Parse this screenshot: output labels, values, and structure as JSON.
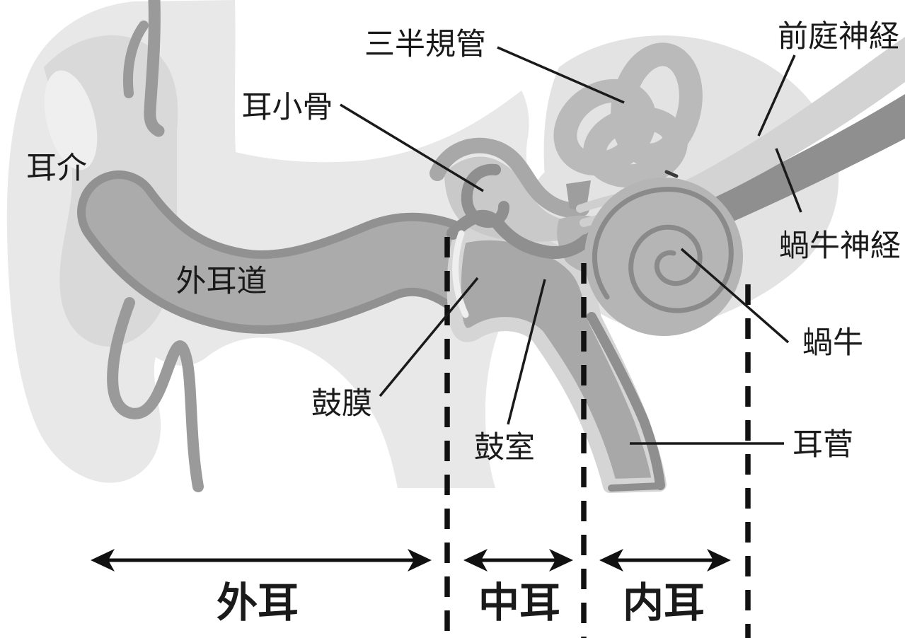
{
  "diagram": {
    "type": "ear-anatomy-cross-section",
    "labels": {
      "auricle": "耳介",
      "ear_canal": "外耳道",
      "semicircular_canals": "三半規管",
      "ossicles": "耳小骨",
      "vestibular_nerve": "前庭神経",
      "cochlear_nerve": "蝸牛神経",
      "cochlea": "蝸牛",
      "eardrum": "鼓膜",
      "tympanic_cavity": "鼓室",
      "eustachian_tube": "耳菅"
    },
    "sections": {
      "outer_ear": "外耳",
      "middle_ear": "中耳",
      "inner_ear": "内耳"
    },
    "colors": {
      "line_black": "#1a1a1a",
      "tissue_lightest": "#e8e8e8",
      "tissue_light": "#e3e3e3",
      "tissue_ridge": "#d9d9d9",
      "canal_fill": "#ababab",
      "canal_border": "#919191",
      "ossicle_dark": "#8f8f8f",
      "scc_loop": "#bababa",
      "cochlea_disc": "#b5b5b5",
      "spiral_line": "#8a8a8a",
      "nerve_light": "#d3d3d3",
      "nerve_dark": "#8f8f8f"
    }
  }
}
